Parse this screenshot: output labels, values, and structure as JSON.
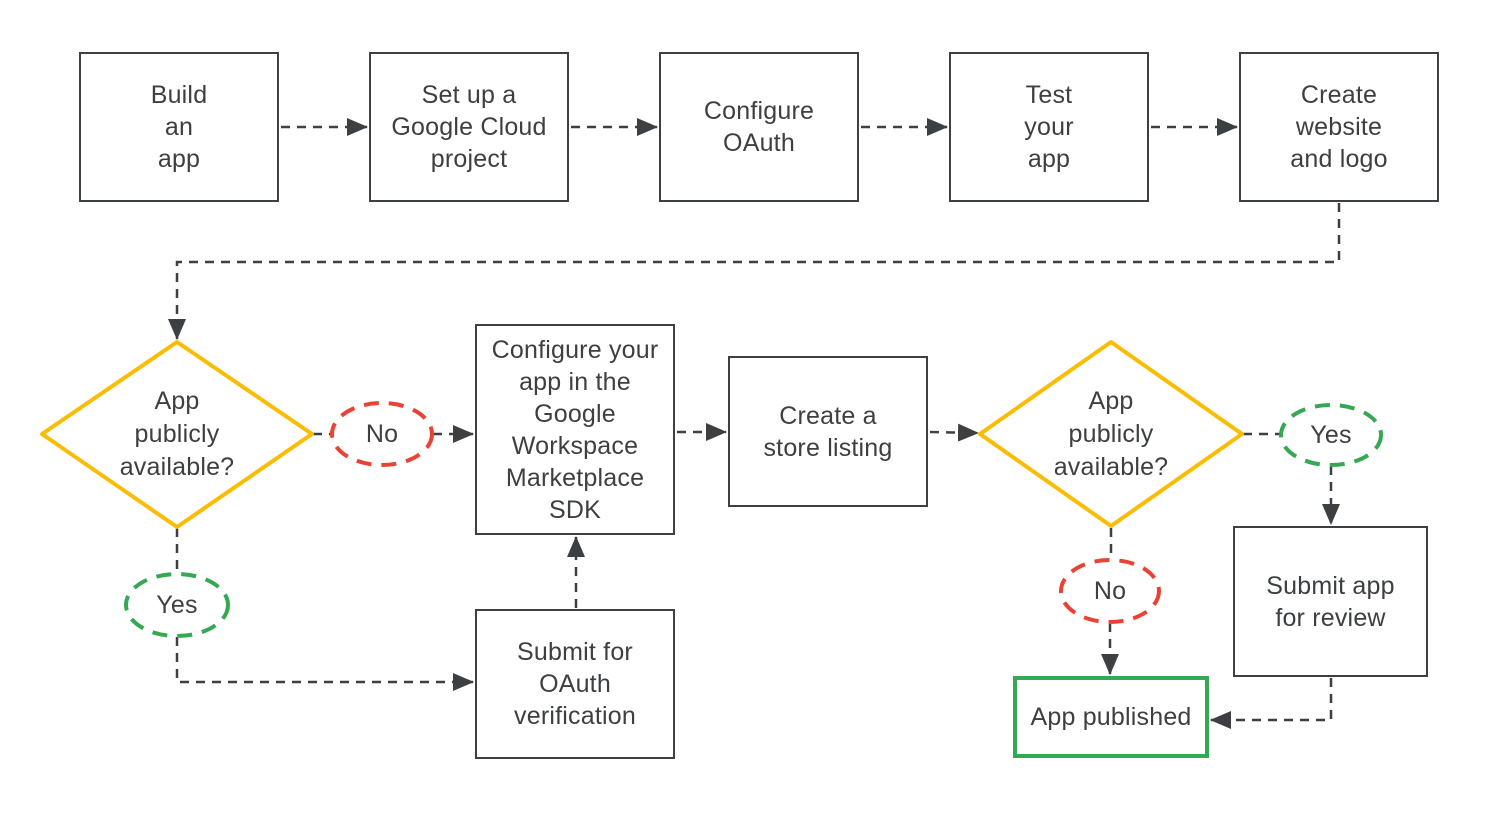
{
  "colors": {
    "decision_border": "#FBBC04",
    "no_badge_border": "#EA4335",
    "yes_badge_border": "#34A853",
    "published_border": "#34A853",
    "line": "#3C4043",
    "text": "#3C4043",
    "background": "#FFFFFF"
  },
  "nodes": {
    "build": {
      "label": "Build\nan\napp"
    },
    "cloud": {
      "label": "Set up a\nGoogle Cloud\nproject"
    },
    "oauth": {
      "label": "Configure\nOAuth"
    },
    "test": {
      "label": "Test\nyour\napp"
    },
    "website": {
      "label": "Create\nwebsite\nand logo"
    },
    "decision1": {
      "label": "App\npublicly\navailable?"
    },
    "no1": {
      "label": "No"
    },
    "sdk": {
      "label": "Configure your\napp in the\nGoogle\nWorkspace\nMarketplace\nSDK"
    },
    "store": {
      "label": "Create a\nstore listing"
    },
    "decision2": {
      "label": "App\npublicly\navailable?"
    },
    "yes2": {
      "label": "Yes"
    },
    "review": {
      "label": "Submit app\nfor review"
    },
    "no2": {
      "label": "No"
    },
    "published": {
      "label": "App published"
    },
    "yes1": {
      "label": "Yes"
    },
    "verify": {
      "label": "Submit for\nOAuth\nverification"
    }
  },
  "edges": [
    {
      "from": "Build an app",
      "to": "Set up a Google Cloud project"
    },
    {
      "from": "Set up a Google Cloud project",
      "to": "Configure OAuth"
    },
    {
      "from": "Configure OAuth",
      "to": "Test your app"
    },
    {
      "from": "Test your app",
      "to": "Create website and logo"
    },
    {
      "from": "Create website and logo",
      "to": "App publicly available? (left)"
    },
    {
      "from": "App publicly available? (left)",
      "to": "Configure your app in the Google Workspace Marketplace SDK",
      "label": "No"
    },
    {
      "from": "App publicly available? (left)",
      "to": "Submit for OAuth verification",
      "label": "Yes"
    },
    {
      "from": "Submit for OAuth verification",
      "to": "Configure your app in the Google Workspace Marketplace SDK"
    },
    {
      "from": "Configure your app in the Google Workspace Marketplace SDK",
      "to": "Create a store listing"
    },
    {
      "from": "Create a store listing",
      "to": "App publicly available? (right)"
    },
    {
      "from": "App publicly available? (right)",
      "to": "Submit app for review",
      "label": "Yes"
    },
    {
      "from": "App publicly available? (right)",
      "to": "App published",
      "label": "No"
    },
    {
      "from": "Submit app for review",
      "to": "App published"
    }
  ]
}
